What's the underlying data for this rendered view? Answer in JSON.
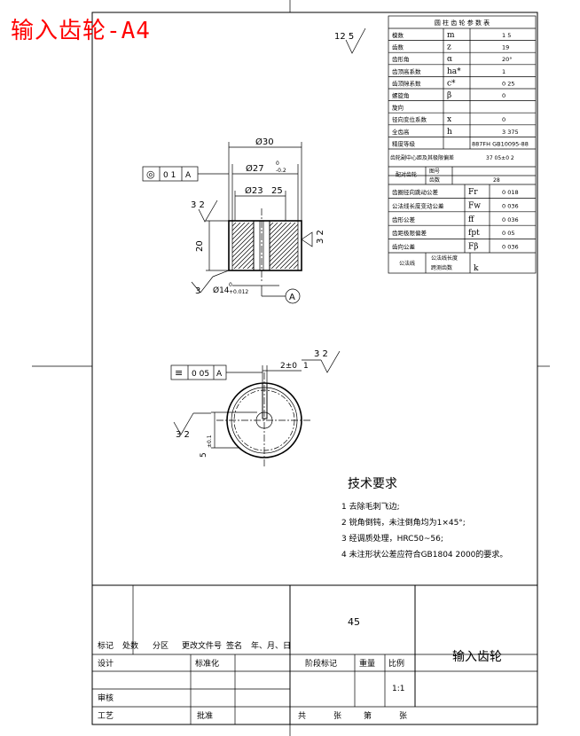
{
  "overlay_title": "输入齿轮-A4",
  "surface_finish_top": "12 5",
  "param_table": {
    "header": "圆 柱 齿 轮 参 数 表",
    "rows": [
      {
        "name": "模数",
        "sym": "m",
        "val": "1 5"
      },
      {
        "name": "齿数",
        "sym": "z",
        "val": "19"
      },
      {
        "name": "齿形角",
        "sym": "α",
        "val": "20°"
      },
      {
        "name": "齿顶高系数",
        "sym": "ha*",
        "val": "1"
      },
      {
        "name": "齿顶隙系数",
        "sym": "c*",
        "val": "0 25"
      },
      {
        "name": "螺旋角",
        "sym": "β",
        "val": "0"
      },
      {
        "name": "旋向",
        "sym": "",
        "val": ""
      },
      {
        "name": "径向变位系数",
        "sym": "x",
        "val": "0"
      },
      {
        "name": "全齿高",
        "sym": "h",
        "val": "3 375"
      },
      {
        "name": "精度等级",
        "sym": "",
        "val": "887FH GB10095-88"
      }
    ],
    "mating_label": "齿轮副中心距及其极限偏差",
    "mating_value": "37 05±0 2",
    "pair_label": "配对齿轮",
    "pair_draw_label": "图号",
    "pair_teeth_label": "齿数",
    "pair_teeth_value": "28",
    "tol_rows": [
      {
        "name": "齿圈径向跳动公差",
        "sym": "Fr",
        "val": "0 018"
      },
      {
        "name": "公法线长度变动公差",
        "sym": "Fw",
        "val": "0 036"
      },
      {
        "name": "齿形公差",
        "sym": "ff",
        "val": "0 036"
      },
      {
        "name": "齿距极限偏差",
        "sym": "fpt",
        "val": "0 05"
      },
      {
        "name": "齿向公差",
        "sym": "Fβ",
        "val": "0 036"
      }
    ],
    "common_label": "公法线",
    "common_len_label": "公法线长度",
    "common_teeth_label": "跨测齿数",
    "common_sym": "k"
  },
  "dims": {
    "d30": "Ø30",
    "d27": "Ø27",
    "d27_tol_upper": "0",
    "d27_tol_lower": "-0.2",
    "d23": "Ø23",
    "len25": "25",
    "h20": "20",
    "bore": "Ø14",
    "bore_tol_upper": "0",
    "bore_tol_lower": "+0.012",
    "key_width": "2±0",
    "key_depth": "5",
    "key_depth_tol": "±0.1",
    "num_1": "1"
  },
  "finishes": {
    "left_upper": "3 2",
    "right_mid": "3 2",
    "left_bottom": "3",
    "keyway": "3 2",
    "keyway_depth": "3 2"
  },
  "gdt_top": {
    "sym": "◎",
    "val": "0 1",
    "datum": "A"
  },
  "gdt_side": {
    "sym": "≡",
    "val": "0 05",
    "datum": "A"
  },
  "datum_label": "A",
  "tech": {
    "title": "技术要求",
    "items": [
      "1   去除毛刺飞边;",
      "2   锐角倒钝，未注倒角均为1×45°;",
      "3   经调质处理，HRC50~56;",
      "4   未注形状公差应符合GB1804 2000的要求。"
    ]
  },
  "title_block": {
    "material": "45",
    "part_name": "输入齿轮",
    "rev_headers": [
      "标记",
      "处数",
      "分区",
      "更改文件号",
      "签名",
      "年、月、日"
    ],
    "design": "设计",
    "standard": "标准化",
    "stage_label": "阶段标记",
    "weight_label": "重量",
    "scale_label": "比例",
    "scale": "1:1",
    "review": "审核",
    "process": "工艺",
    "approve": "批准",
    "sheets_total": "共",
    "sheets_unit": "张",
    "sheet_no": "第",
    "sheet_unit2": "张"
  }
}
